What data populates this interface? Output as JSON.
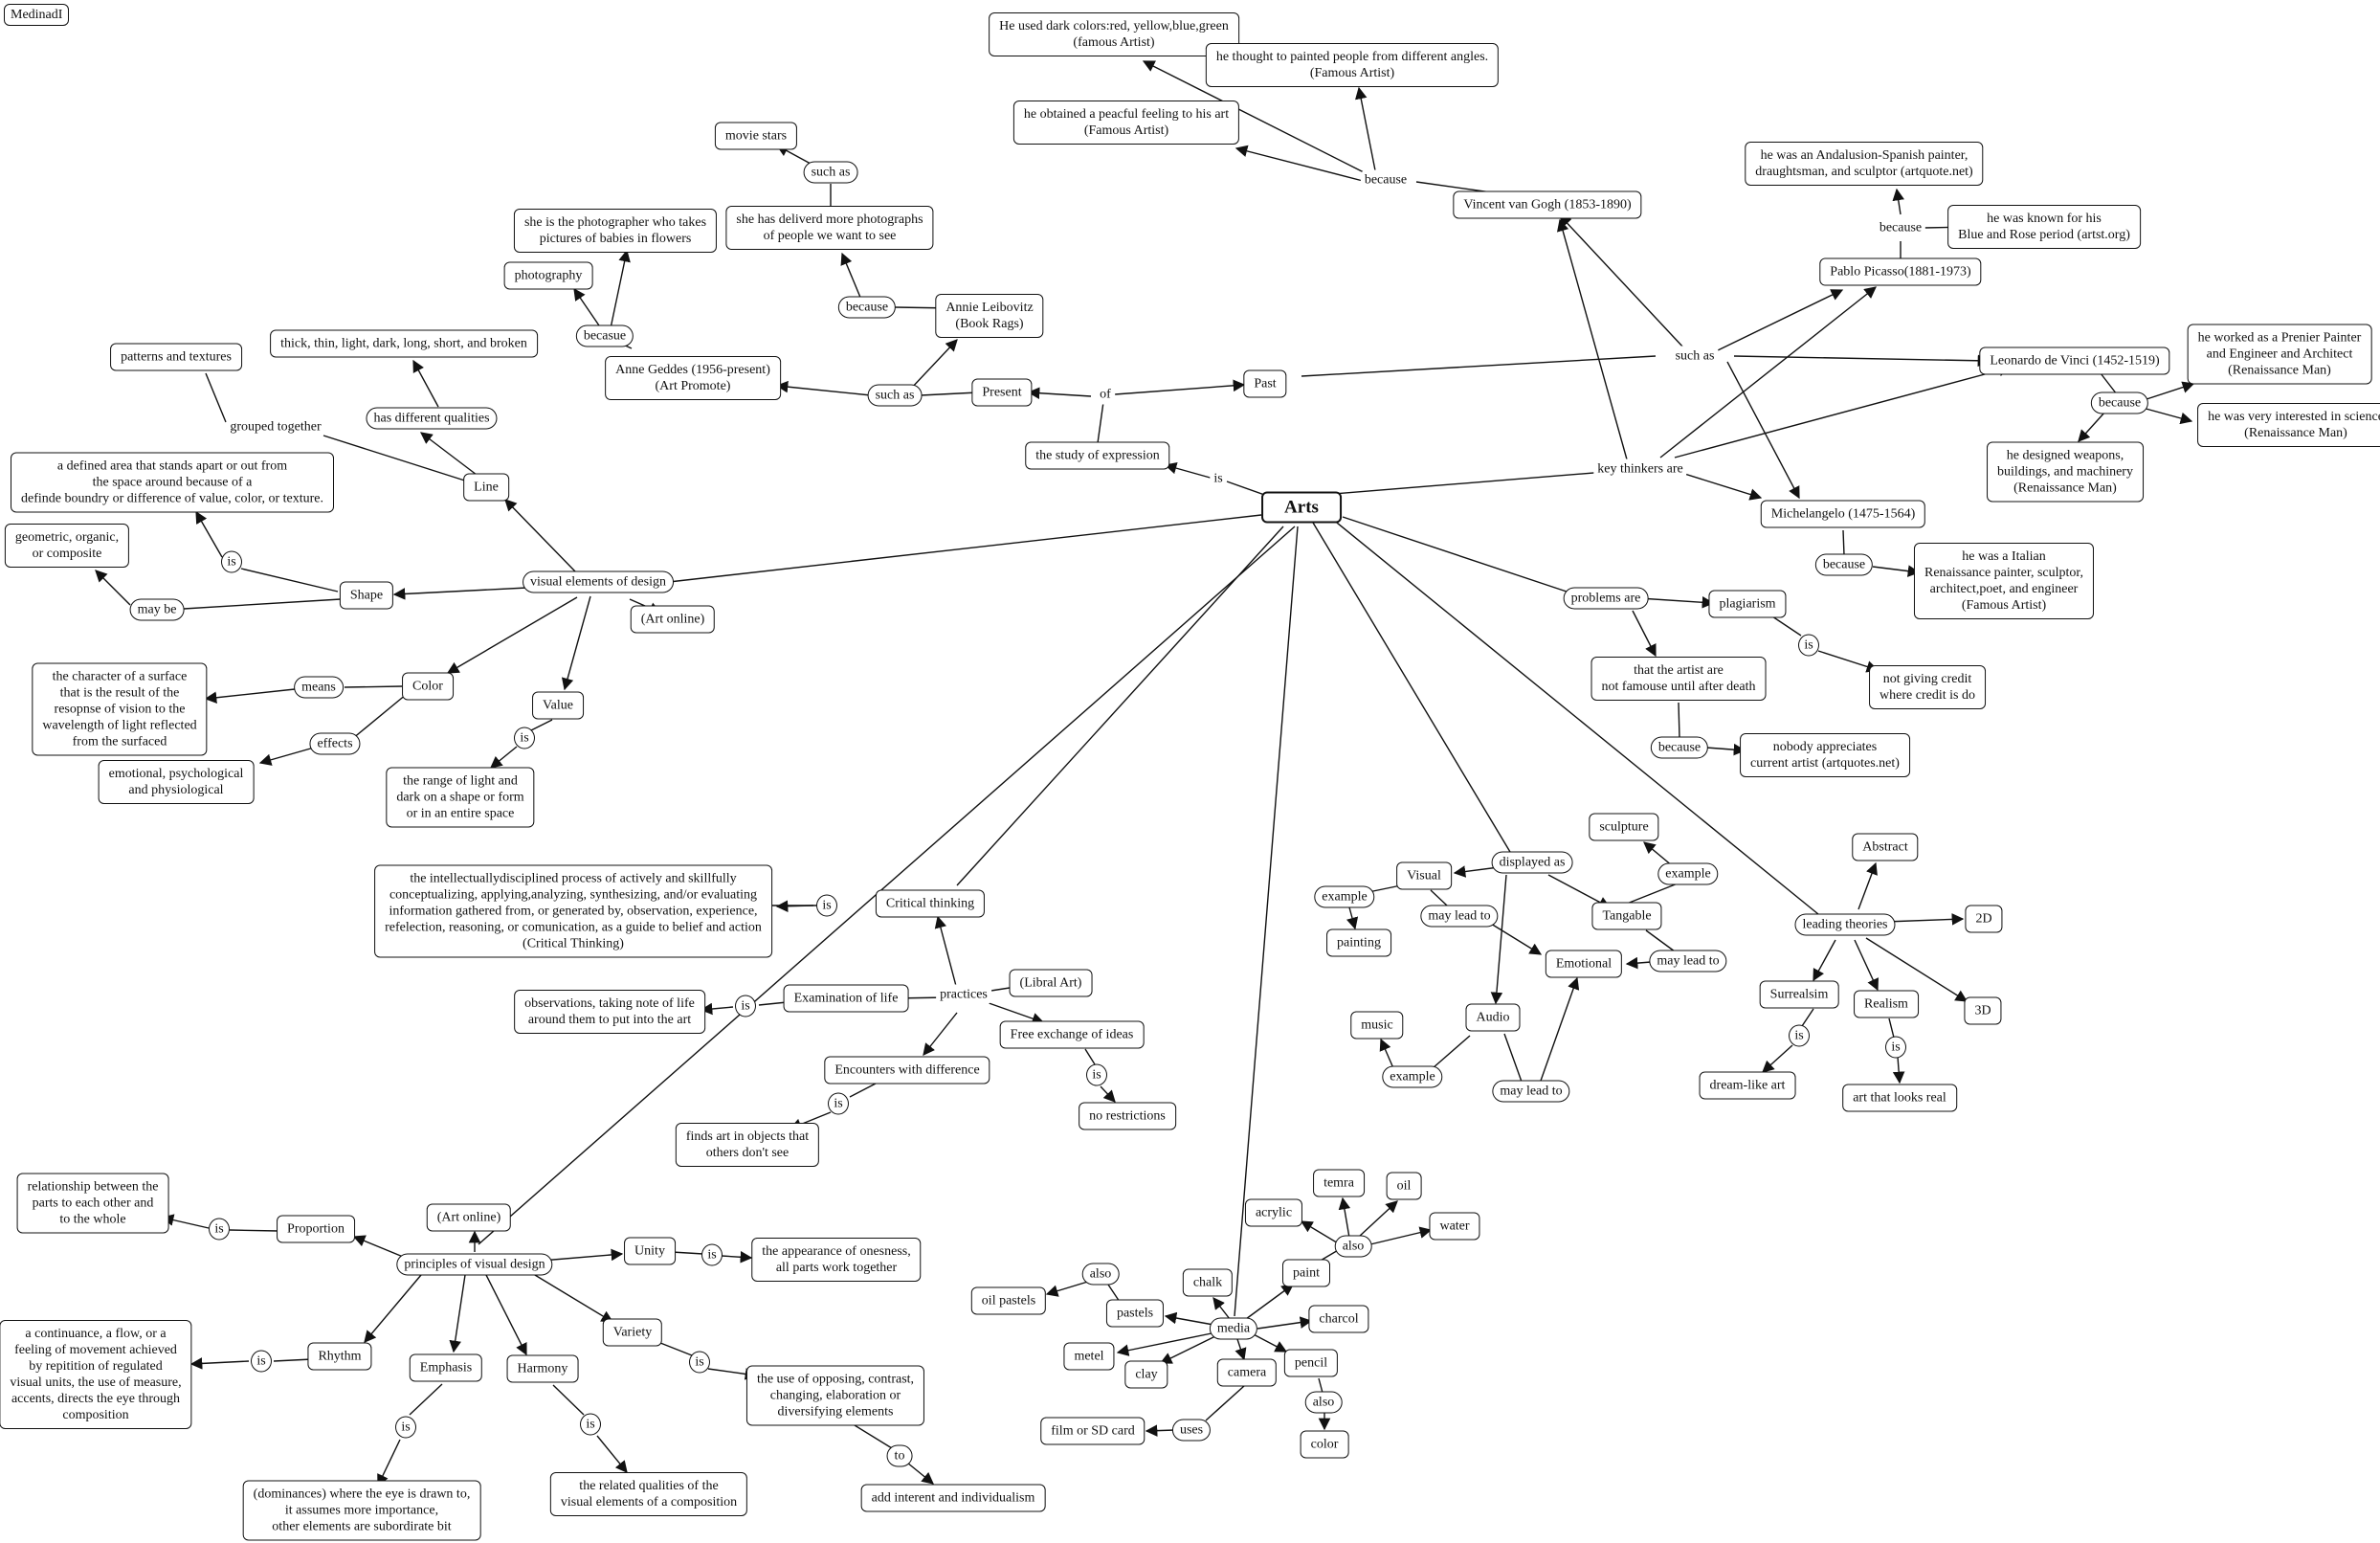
{
  "nodes": {
    "medinadl": "MedinadI",
    "arts": "Arts",
    "is_expr": "is",
    "expression": "the study of expression",
    "of": "of",
    "present": "Present",
    "past": "Past",
    "such_as_present": "such as",
    "anne_geddes": "Anne Geddes (1956-present)\n(Art Promote)",
    "annie_leibovitz": "Annie Leibovitz\n(Book Rags)",
    "because_geddes": "becasue",
    "photography": "photography",
    "photographer_babies": "she is the photographer who takes\npictures of babies in flowers",
    "because_leibovitz": "because",
    "delivered_photos": "she has deliverd more photographs\nof people we want to see",
    "such_as_movie": "such as",
    "movie_stars": "movie stars",
    "vangogh": "Vincent van Gogh (1853-1890)",
    "because_vangogh": "because",
    "dark_colors": "He used dark colors:red, yellow,blue,green\n(famous Artist)",
    "angles": "he thought to painted people from different angles.\n(Famous Artist)",
    "peaceful": "he obtained a peacful feeling to his art\n(Famous Artist)",
    "such_as_past": "such as",
    "picasso": "Pablo Picasso(1881-1973)",
    "because_picasso": "because",
    "andalusian": "he was an Andalusion-Spanish painter,\ndraughtsman, and sculptor (artquote.net)",
    "blue_rose": "he was known for his\nBlue and Rose period (artst.org)",
    "davinci": "Leonardo de Vinci (1452-1519)",
    "because_davinci": "because",
    "premier_painter": "he worked as a Prenier Painter\nand Engineer and Architect\n(Renaissance Man)",
    "science": "he was very interested in science\n(Renaissance Man)",
    "weapons": "he designed weapons,\nbuildings, and machinery\n(Renaissance Man)",
    "key_thinkers": "key thinkers are",
    "michelangelo": "Michelangelo (1475-1564)",
    "because_michelangelo": "because",
    "italian": "he was a Italian\nRenaissance painter, sculptor,\narchitect,poet, and engineer\n(Famous Artist)",
    "problems": "problems are",
    "plagiarism": "plagiarism",
    "is_plagiarism": "is",
    "no_credit": "not giving credit\nwhere credit is do",
    "not_famous": "that the artist are\nnot famouse until after death",
    "because_problems": "because",
    "nobody": "nobody appreciates\ncurrent artist (artquotes.net)",
    "displayed_as": "displayed as",
    "visual": "Visual",
    "example_visual": "example",
    "painting": "painting",
    "may_lead_visual": "may lead to",
    "emotional": "Emotional",
    "tangable": "Tangable",
    "example_tangable": "example",
    "sculpture": "sculpture",
    "may_lead_tangable": "may lead to",
    "audio": "Audio",
    "example_audio": "example",
    "music": "music",
    "may_lead_audio": "may lead to",
    "leading_theories": "leading theories",
    "abstract": "Abstract",
    "t2d": "2D",
    "t3d": "3D",
    "surrealism": "Surrealsim",
    "is_surrealism": "is",
    "dream": "dream-like art",
    "realism": "Realism",
    "is_realism": "is",
    "real": "art that looks real",
    "visual_elements": "visual elements of design",
    "art_online_1": "(Art online)",
    "line": "Line",
    "has_qualities": "has different qualities",
    "thick_thin": "thick, thin, light, dark, long, short, and broken",
    "grouped": "grouped together",
    "patterns": "patterns and textures",
    "shape": "Shape",
    "is_shape": "is",
    "defined_area": "a defined area that stands apart or out from\nthe space around because of a\ndefinde boundry or difference of value, color, or texture.",
    "may_be": "may be",
    "geometric": "geometric, organic,\nor composite",
    "color": "Color",
    "means": "means",
    "character_surface": "the character of a surface\nthat is the result of the\nresopnse of vision to the\nwavelength of light reflected\nfrom the surfaced",
    "effects": "effects",
    "emotional_psych": "emotional, psychological\nand physiological",
    "value": "Value",
    "is_value": "is",
    "light_dark": "the range of light and\ndark on a shape or form\nor in an entire space",
    "critical": "Critical thinking",
    "is_critical": "is",
    "critical_def": "the intellectuallydisciplined process of actively and skillfully\nconceptualizing, applying,analyzing, synthesizing, and/or evaluating\ninformation gathered from, or generated by, observation, experience,\nrefelection, reasoning, or comunication, as a guide to belief and action\n(Critical Thinking)",
    "practices": "practices",
    "libral": "(Libral Art)",
    "exam_life": "Examination of life",
    "is_exam": "is",
    "observations": "observations, taking note of life\naround them to put into the art",
    "free_exchange": "Free exchange of ideas",
    "is_free": "is",
    "no_restrictions": "no restrictions",
    "encounters": "Encounters with difference",
    "is_encounters": "is",
    "finds_art": "finds art in objects that\nothers don't see",
    "principles": "principles of visual design",
    "art_online_2": "(Art online)",
    "proportion": "Proportion",
    "is_proportion": "is",
    "relationship": "relationship between the\nparts to each other and\nto the whole",
    "unity": "Unity",
    "is_unity": "is",
    "onesness": "the appearance of onesness,\nall parts work together",
    "rhythm": "Rhythm",
    "is_rhythm": "is",
    "continuance": "a continuance, a flow, or a\nfeeling of movement achieved\nby repitition of regulated\nvisual units, the use of measure,\naccents, directs the eye through\ncomposition",
    "emphasis": "Emphasis",
    "is_emphasis": "is",
    "dominances": "(dominances) where the eye is drawn to,\nit assumes more importance,\nother elements are subordirate bit",
    "harmony": "Harmony",
    "is_harmony": "is",
    "related_qualities": "the related qualities of the\nvisual elements of a composition",
    "variety": "Variety",
    "is_variety": "is",
    "opposing": "the use of opposing, contrast,\nchanging, elaboration or\ndiversifying elements",
    "to": "to",
    "interest": "add interent and individualism",
    "media": "media",
    "chalk": "chalk",
    "paint": "paint",
    "also_paint": "also",
    "temra": "temra",
    "oil": "oil",
    "acrylic": "acrylic",
    "water": "water",
    "pastels": "pastels",
    "also_pastels": "also",
    "oil_pastels": "oil pastels",
    "charcol": "charcol",
    "metel": "metel",
    "clay": "clay",
    "camera": "camera",
    "uses": "uses",
    "film": "film or SD card",
    "pencil": "pencil",
    "also_pencil": "also",
    "color_pencil": "color"
  }
}
